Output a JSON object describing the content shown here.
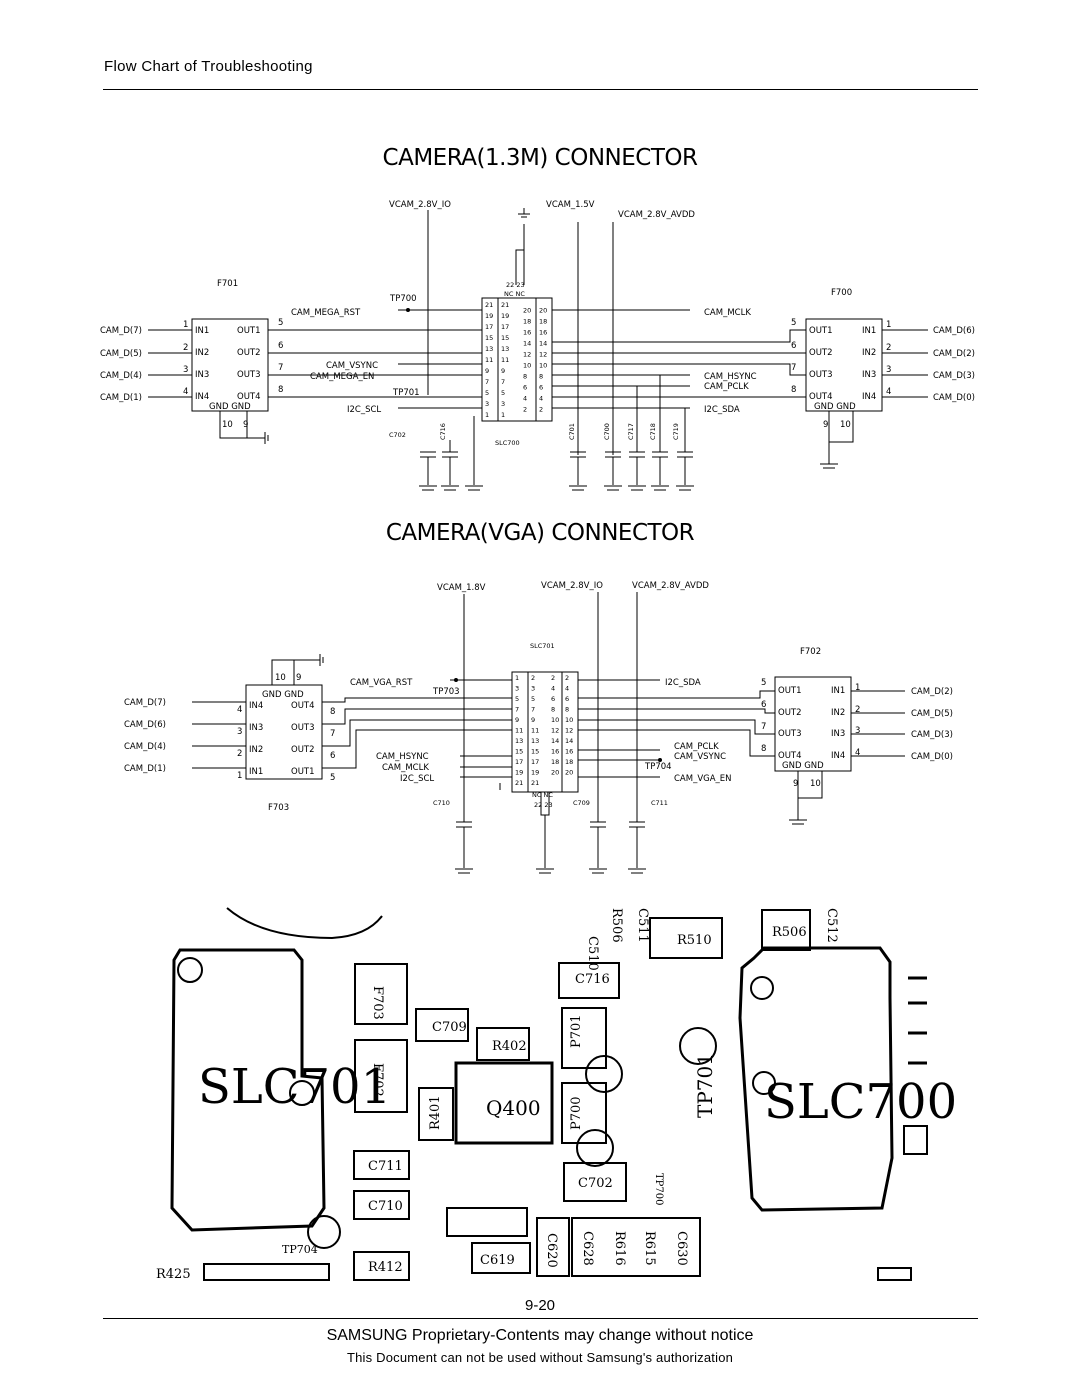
{
  "header": {
    "section_title": "Flow Chart of Troubleshooting"
  },
  "camera_13m": {
    "title": "CAMERA(1.3M) CONNECTOR",
    "rails": [
      "VCAM_2.8V_IO",
      "VCAM_1.5V",
      "VCAM_2.8V_AVDD"
    ],
    "left_filter": {
      "ref": "F701",
      "inputs": [
        "CAM_D(7)",
        "CAM_D(5)",
        "CAM_D(4)",
        "CAM_D(1)"
      ],
      "in_pins": [
        "1",
        "2",
        "3",
        "4"
      ],
      "in_names": [
        "IN1",
        "IN2",
        "IN3",
        "IN4"
      ],
      "out_names": [
        "OUT1",
        "OUT2",
        "OUT3",
        "OUT4"
      ],
      "out_pins": [
        "5",
        "6",
        "7",
        "8"
      ],
      "gnd": "GND GND",
      "gnd_pins": [
        "10",
        "9"
      ]
    },
    "right_filter": {
      "ref": "F700",
      "outputs": [
        "CAM_D(6)",
        "CAM_D(2)",
        "CAM_D(3)",
        "CAM_D(0)"
      ],
      "in_pins": [
        "1",
        "2",
        "3",
        "4"
      ],
      "in_names": [
        "IN1",
        "IN2",
        "IN3",
        "IN4"
      ],
      "out_names": [
        "OUT1",
        "OUT2",
        "OUT3",
        "OUT4"
      ],
      "out_pins": [
        "5",
        "6",
        "7",
        "8"
      ],
      "gnd": "GND GND",
      "gnd_pins": [
        "9",
        "10"
      ]
    },
    "connector": {
      "ref": "SLC700",
      "nc_pins": "22 23",
      "nc": "NC NC",
      "left_pins": [
        "21",
        "19",
        "17",
        "15",
        "13",
        "11",
        "9",
        "7",
        "5",
        "3",
        "1"
      ],
      "left_inner": [
        "21",
        "19",
        "17",
        "15",
        "13",
        "11",
        "9",
        "7",
        "5",
        "3",
        "1"
      ],
      "right_inner": [
        "20",
        "18",
        "16",
        "14",
        "12",
        "10",
        "8",
        "6",
        "4",
        "2"
      ],
      "right_pins": [
        "20",
        "18",
        "16",
        "14",
        "12",
        "10",
        "8",
        "6",
        "4",
        "2"
      ]
    },
    "left_signals": [
      "CAM_MEGA_RST",
      "CAM_VSYNC",
      "CAM_MEGA_EN",
      "I2C_SCL"
    ],
    "right_signals": [
      "CAM_MCLK",
      "CAM_HSYNC",
      "CAM_PCLK",
      "I2C_SDA"
    ],
    "testpoints": [
      "TP700",
      "TP701"
    ],
    "caps": [
      "C702",
      "C716",
      "C701",
      "C700",
      "C717",
      "C718",
      "C719"
    ]
  },
  "camera_vga": {
    "title": "CAMERA(VGA) CONNECTOR",
    "rails": [
      "VCAM_1.8V",
      "VCAM_2.8V_IO",
      "VCAM_2.8V_AVDD"
    ],
    "left_filter": {
      "ref": "F703",
      "inputs": [
        "CAM_D(7)",
        "CAM_D(6)",
        "CAM_D(4)",
        "CAM_D(1)"
      ],
      "in_pins": [
        "4",
        "3",
        "2",
        "1"
      ],
      "in_names": [
        "IN4",
        "IN3",
        "IN2",
        "IN1"
      ],
      "out_names": [
        "OUT4",
        "OUT3",
        "OUT2",
        "OUT1"
      ],
      "out_pins": [
        "8",
        "7",
        "6",
        "5"
      ],
      "gnd": "GND GND",
      "gnd_pins": [
        "10",
        "9"
      ]
    },
    "right_filter": {
      "ref": "F702",
      "outputs": [
        "CAM_D(2)",
        "CAM_D(5)",
        "CAM_D(3)",
        "CAM_D(0)"
      ],
      "in_pins": [
        "1",
        "2",
        "3",
        "4"
      ],
      "in_names": [
        "IN1",
        "IN2",
        "IN3",
        "IN4"
      ],
      "out_names": [
        "OUT1",
        "OUT2",
        "OUT3",
        "OUT4"
      ],
      "out_pins": [
        "5",
        "6",
        "7",
        "8"
      ],
      "gnd": "GND GND",
      "gnd_pins": [
        "9",
        "10"
      ]
    },
    "connector": {
      "ref": "SLC701",
      "nc_pins": "22 23",
      "nc": "NC NC",
      "left_pins": [
        "1",
        "3",
        "5",
        "7",
        "9",
        "11",
        "13",
        "15",
        "17",
        "19",
        "21"
      ],
      "left_inner": [
        "2",
        "3",
        "5",
        "7",
        "9",
        "11",
        "13",
        "15",
        "17",
        "19",
        "21"
      ],
      "right_inner": [
        "2",
        "4",
        "6",
        "8",
        "10",
        "12",
        "14",
        "16",
        "18",
        "20"
      ],
      "right_pins": [
        "2",
        "4",
        "6",
        "8",
        "10",
        "12",
        "14",
        "16",
        "18",
        "20"
      ]
    },
    "left_signals": [
      "CAM_VGA_RST",
      "CAM_HSYNC",
      "CAM_MCLK",
      "I2C_SCL"
    ],
    "right_signals": [
      "I2C_SDA",
      "CAM_PCLK",
      "CAM_VSYNC",
      "CAM_VGA_EN"
    ],
    "testpoints": [
      "TP703",
      "TP704"
    ],
    "caps": [
      "C710",
      "C709",
      "C711"
    ]
  },
  "pcb": {
    "big_labels": [
      "SLC701",
      "SLC700",
      "TP701",
      "Q400"
    ],
    "components": [
      "C510",
      "R506",
      "C511",
      "R510",
      "R506",
      "C512",
      "C716",
      "F703",
      "C709",
      "R402",
      "P701",
      "F702",
      "R401",
      "P700",
      "C711",
      "C702",
      "TP700",
      "C710",
      "TP704",
      "R412",
      "C619",
      "C620",
      "C628",
      "R616",
      "R615",
      "C630",
      "R425"
    ]
  },
  "page_number": "9-20",
  "footer": {
    "line1": "SAMSUNG Proprietary-Contents may change without notice",
    "line2": "This Document can not be used without Samsung's authorization"
  }
}
